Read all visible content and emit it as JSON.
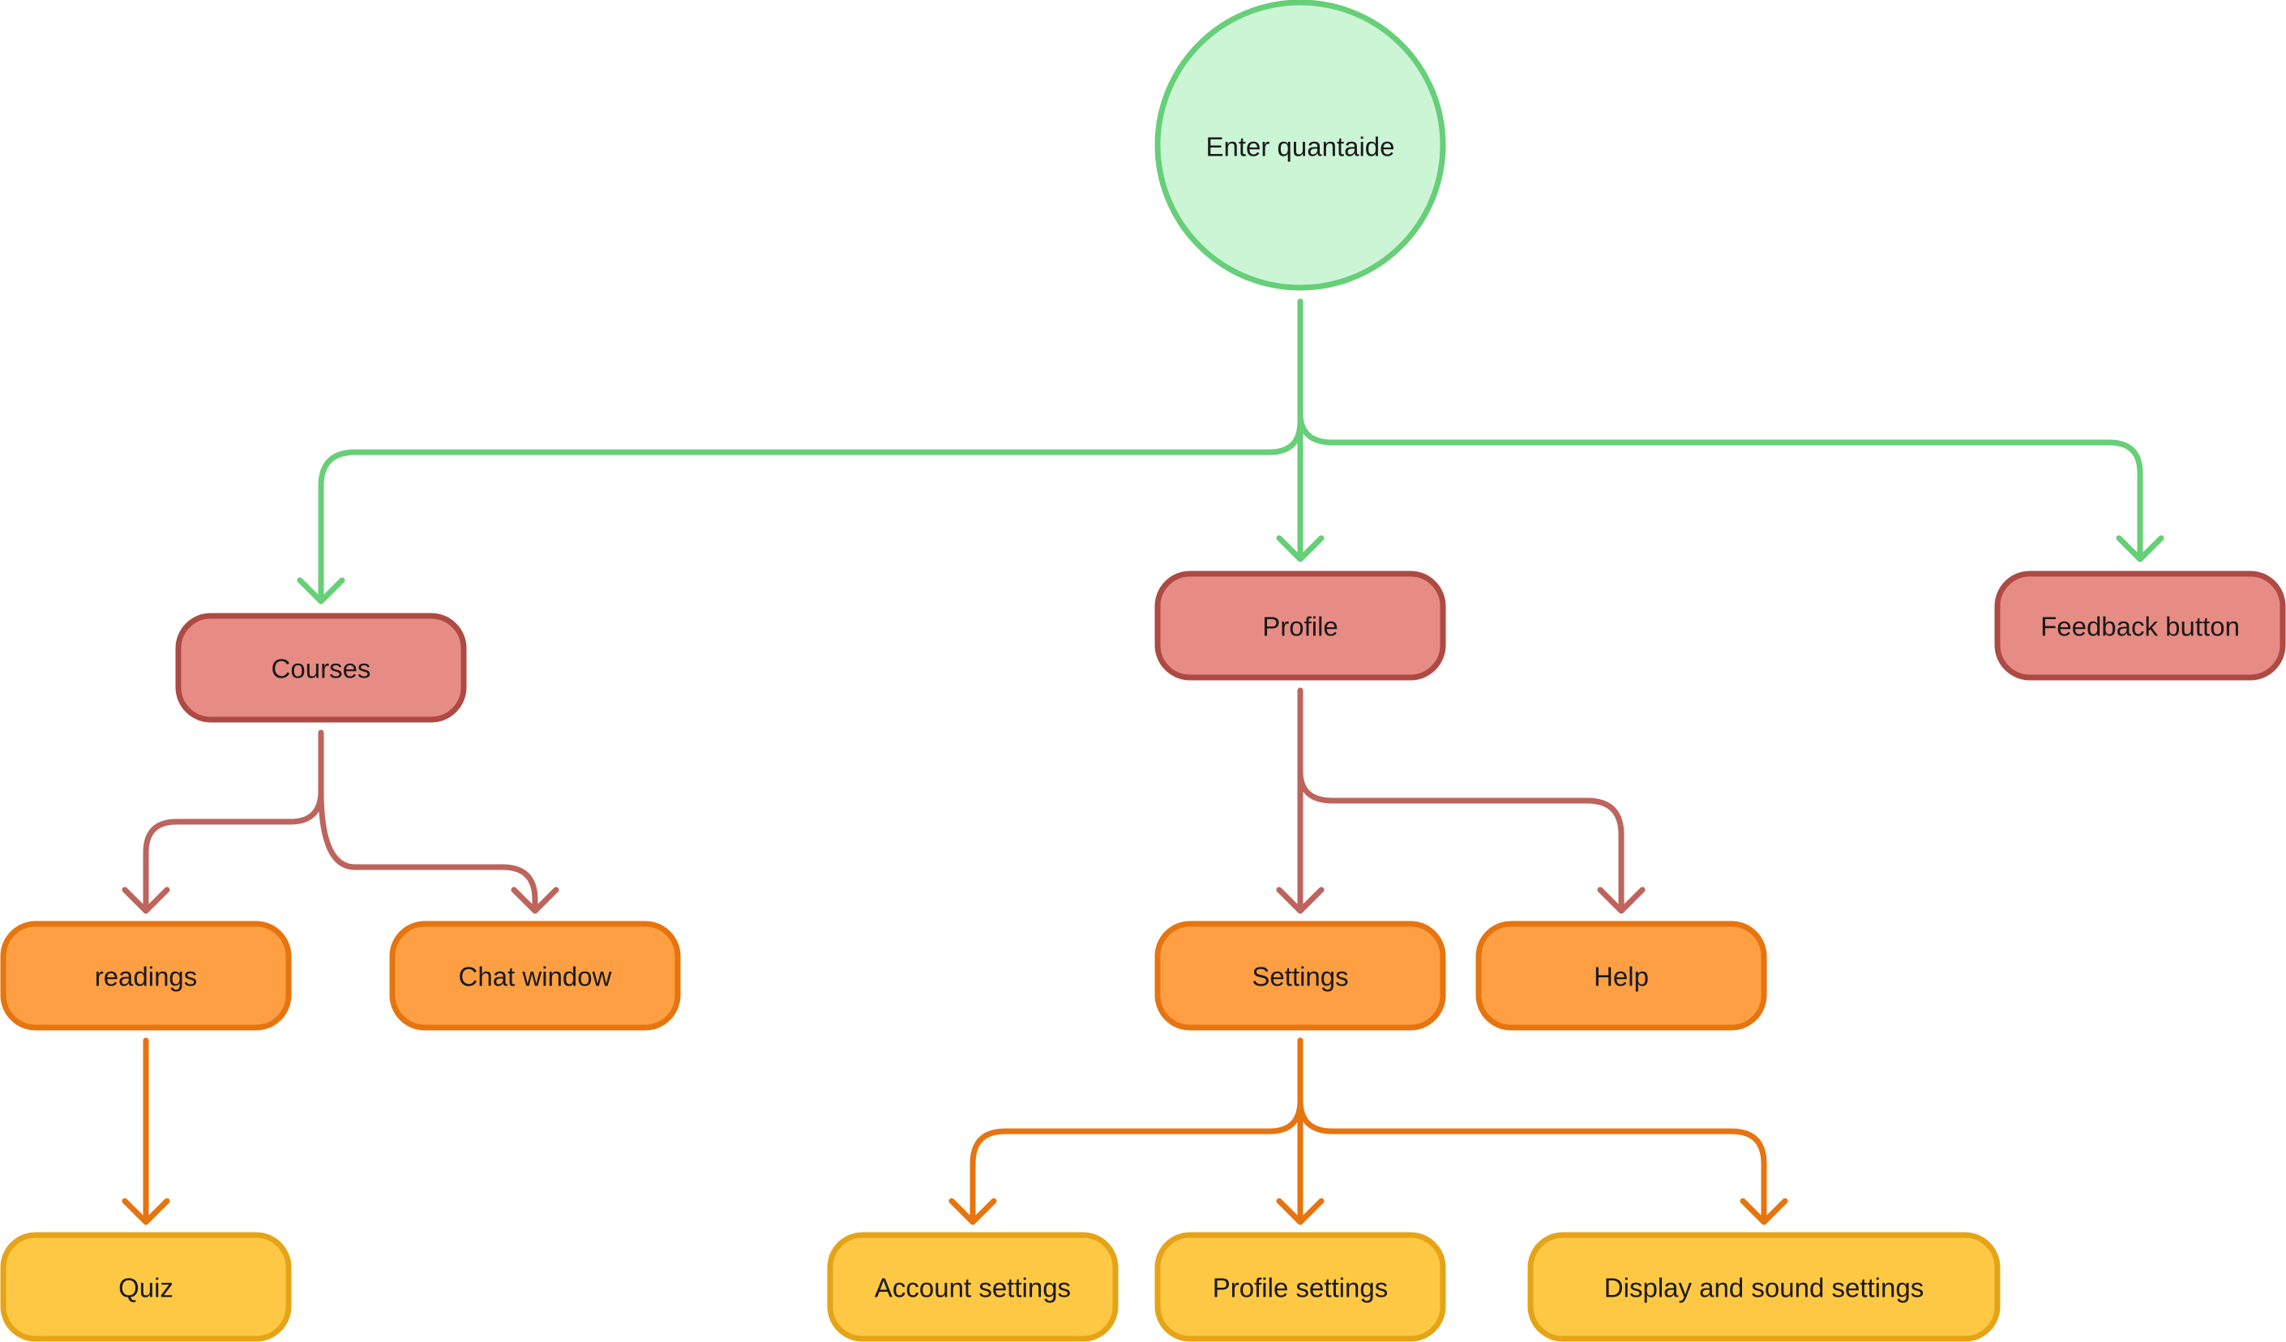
{
  "colors": {
    "root_fill": "#ccf5d6",
    "root_stroke": "#66cf78",
    "level1_fill": "#e78c84",
    "level1_stroke": "#ad4a43",
    "level2_fill": "#fe9f43",
    "level2_stroke": "#e6740f",
    "level3_fill": "#fec845",
    "level3_stroke": "#e5a417",
    "edge_green": "#66cf78",
    "edge_red": "#bd645c",
    "edge_orange": "#e6740f"
  },
  "nodes": {
    "root": "Enter quantaide",
    "courses": "Courses",
    "profile": "Profile",
    "feedback": "Feedback button",
    "readings": "readings",
    "chat": "Chat window",
    "settings": "Settings",
    "help": "Help",
    "quiz": "Quiz",
    "account_settings": "Account settings",
    "profile_settings": "Profile settings",
    "display_sound_settings": "Display and sound settings"
  }
}
